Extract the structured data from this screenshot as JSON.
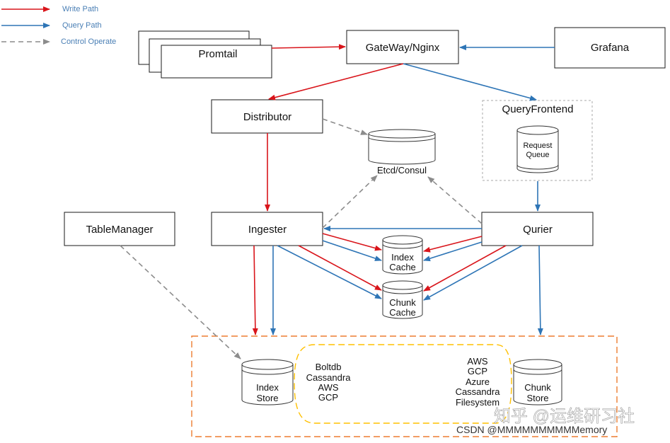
{
  "legend": {
    "write": "Write Path",
    "query": "Query Path",
    "control": "Control Operate"
  },
  "colors": {
    "write": "#d9151b",
    "query": "#2e75b6",
    "control": "#8c8c8c",
    "store_border": "#ed7d31",
    "backend_border": "#ffc000"
  },
  "nodes": {
    "promtail": "Promtail",
    "gateway": "GateWay/Nginx",
    "grafana": "Grafana",
    "distributor": "Distributor",
    "query_frontend": "QueryFrontend",
    "request_queue": [
      "Request",
      "Queue"
    ],
    "etcd": "Etcd/Consul",
    "table_manager": "TableManager",
    "ingester": "Ingester",
    "querier": "Qurier",
    "index_cache": [
      "Index",
      "Cache"
    ],
    "chunk_cache": [
      "Chunk",
      "Cache"
    ],
    "index_store": [
      "Index",
      "Store"
    ],
    "chunk_store": [
      "Chunk",
      "Store"
    ]
  },
  "index_backends": [
    "Boltdb",
    "Cassandra",
    "AWS",
    "GCP"
  ],
  "chunk_backends": [
    "AWS",
    "GCP",
    "Azure",
    "Cassandra",
    "Filesystem"
  ],
  "watermark": {
    "zhihu": "知乎 @运维研习社",
    "csdn": "CSDN @MMMMMMMMMMemory"
  }
}
